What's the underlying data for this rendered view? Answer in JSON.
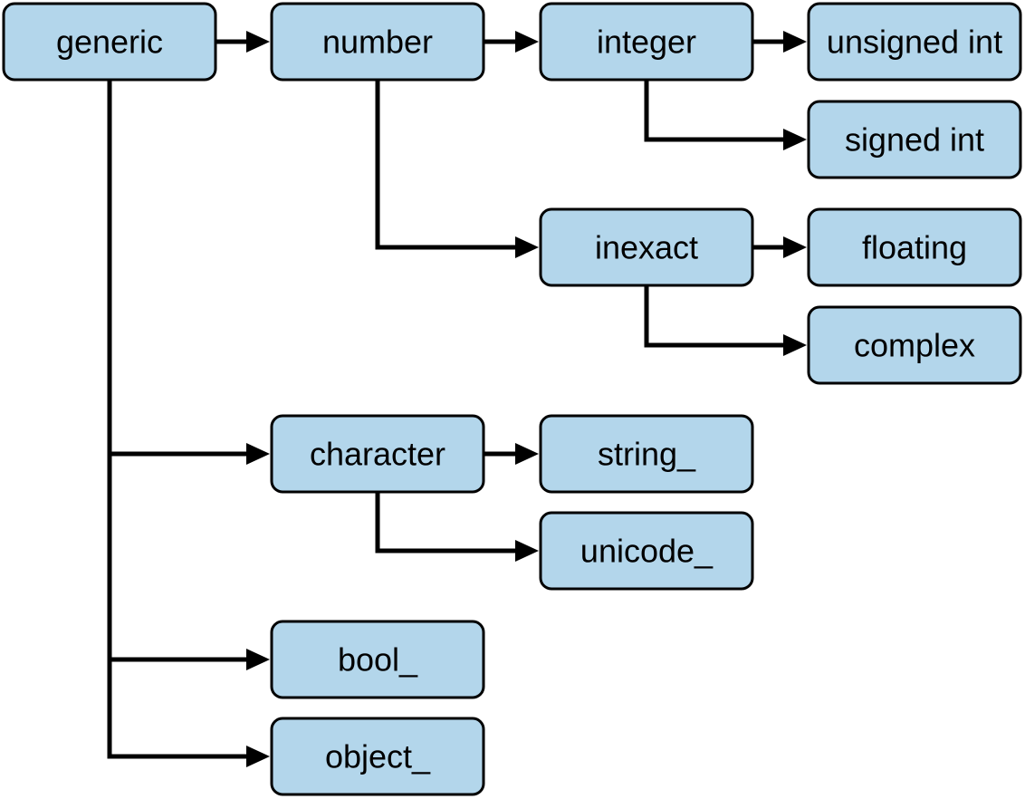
{
  "diagram": {
    "type": "type-hierarchy",
    "nodes": {
      "generic": "generic",
      "number": "number",
      "integer": "integer",
      "unsigned_int": "unsigned int",
      "signed_int": "signed int",
      "inexact": "inexact",
      "floating": "floating",
      "complex": "complex",
      "character": "character",
      "string": "string_",
      "unicode": "unicode_",
      "bool": "bool_",
      "object": "object_"
    },
    "edges": [
      [
        "generic",
        "number"
      ],
      [
        "number",
        "integer"
      ],
      [
        "integer",
        "unsigned_int"
      ],
      [
        "integer",
        "signed_int"
      ],
      [
        "number",
        "inexact"
      ],
      [
        "inexact",
        "floating"
      ],
      [
        "inexact",
        "complex"
      ],
      [
        "generic",
        "character"
      ],
      [
        "character",
        "string"
      ],
      [
        "character",
        "unicode"
      ],
      [
        "generic",
        "bool"
      ],
      [
        "generic",
        "object"
      ]
    ],
    "colors": {
      "node_fill": "#b3d6eb",
      "node_border": "#000000",
      "edge": "#000000"
    }
  }
}
